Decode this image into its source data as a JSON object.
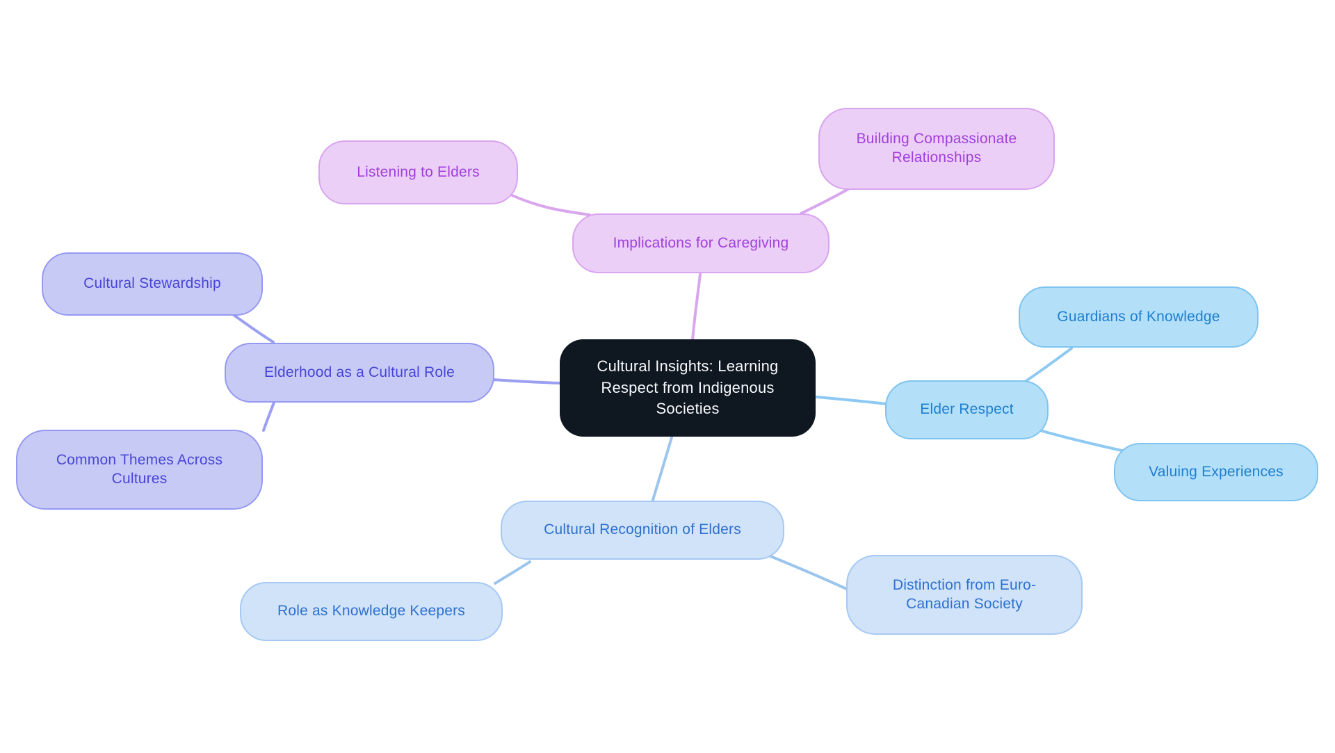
{
  "canvas": {
    "background": "#ffffff"
  },
  "mindmap": {
    "root": {
      "label": "Cultural Insights: Learning Respect from Indigenous Societies",
      "fill": "#0f1721",
      "text_color": "#f7f9fb"
    },
    "branches": [
      {
        "id": "caregiving",
        "label": "Implications for Caregiving",
        "fill": "#ebcff6",
        "border": "#d9a4ef",
        "text_color": "#a13fdd",
        "edge_color": "#d9a6ee",
        "children": [
          {
            "label": "Listening to Elders"
          },
          {
            "label": "Building Compassionate Relationships"
          }
        ]
      },
      {
        "id": "elderhood",
        "label": "Elderhood as a Cultural Role",
        "fill": "#c8caf6",
        "border": "#9599f2",
        "text_color": "#4745d6",
        "edge_color": "#9b9ff2",
        "children": [
          {
            "label": "Cultural Stewardship"
          },
          {
            "label": "Common Themes Across Cultures"
          }
        ]
      },
      {
        "id": "elder-respect",
        "label": "Elder Respect",
        "fill": "#b3dff8",
        "border": "#7fc4ef",
        "text_color": "#1e7fd0",
        "edge_color": "#8dc9f2",
        "children": [
          {
            "label": "Guardians of Knowledge"
          },
          {
            "label": "Valuing Experiences"
          }
        ]
      },
      {
        "id": "recognition",
        "label": "Cultural Recognition of Elders",
        "fill": "#d0e3f8",
        "border": "#a6c9f3",
        "text_color": "#2e70cf",
        "edge_color": "#9cc5ee",
        "children": [
          {
            "label": "Role as Knowledge Keepers"
          },
          {
            "label": "Distinction from Euro-Canadian Society"
          }
        ]
      }
    ]
  }
}
